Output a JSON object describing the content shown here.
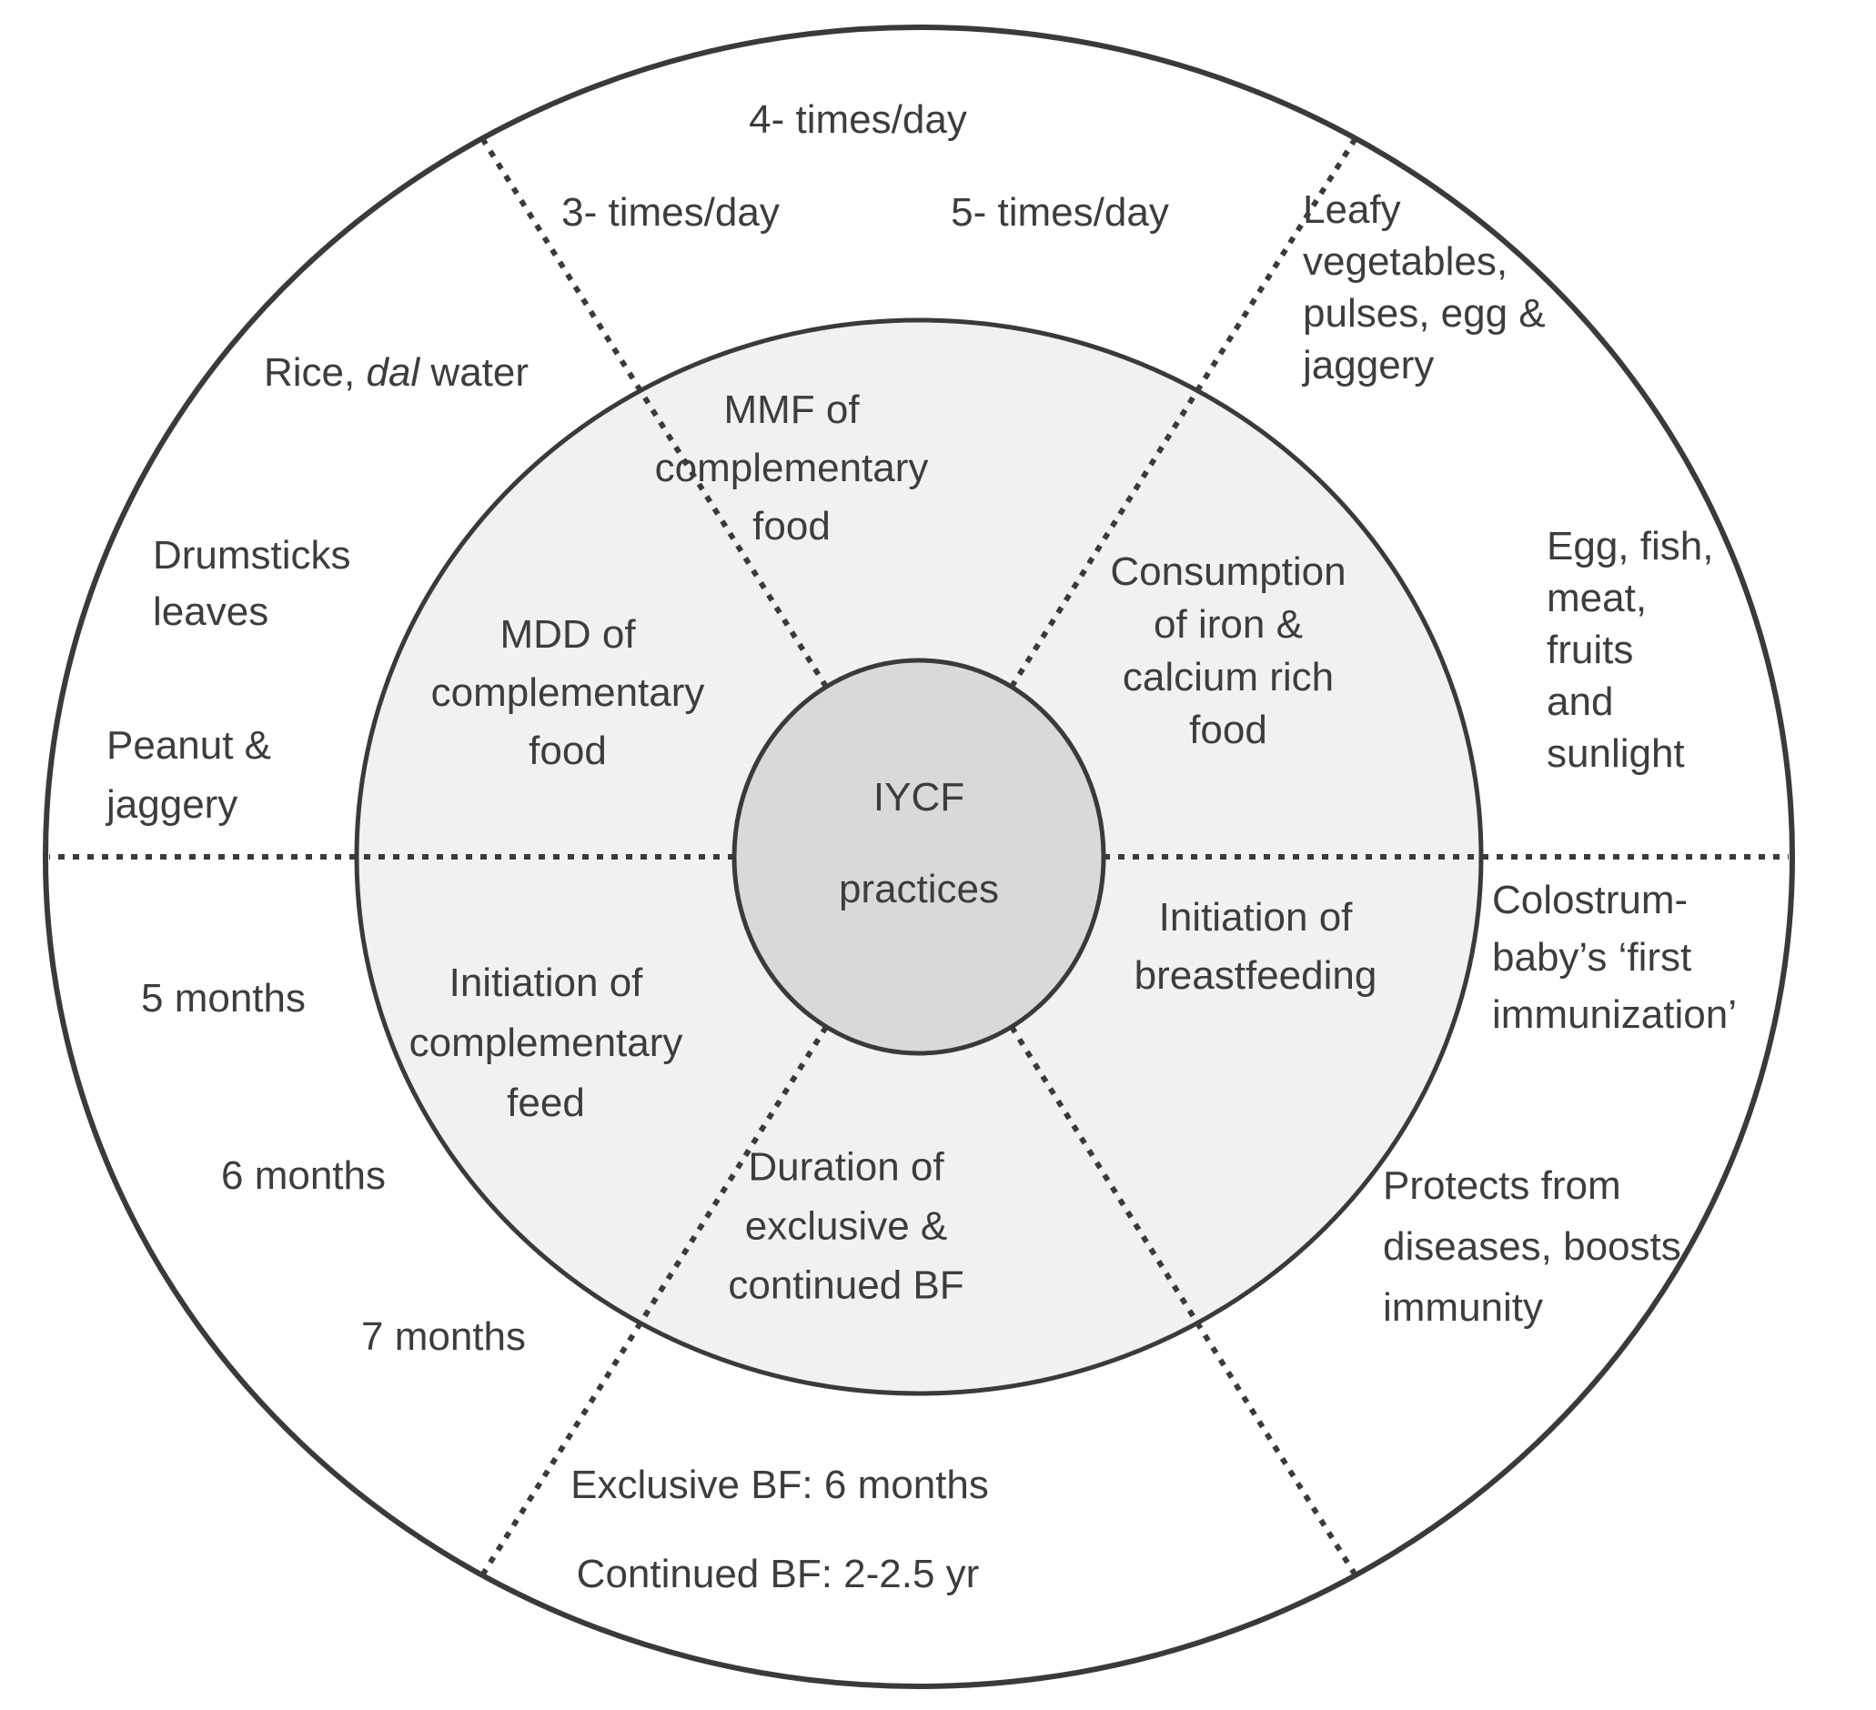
{
  "title": "IYCF practices wheel diagram",
  "colors": {
    "ink": "#3d3d3d",
    "line": "#3a3a3a",
    "outer-fill": "#ffffff",
    "middle-fill": "#f0f1f0",
    "inner-fill": "#d9d9d9",
    "background": "#ffffff"
  },
  "center": {
    "line1": "IYCF",
    "line2": "practices"
  },
  "middle_ring": {
    "mmf": "MMF of\ncomplementary\nfood",
    "consumption": "Consumption\nof iron &\ncalcium rich\nfood",
    "initiation_bf": "Initiation of\nbreastfeeding",
    "duration_bf": "Duration of\nexclusive &\ncontinued BF",
    "initiation_cf": "Initiation of\ncomplementary\nfeed",
    "mdd": "MDD of\ncomplementary\nfood"
  },
  "outer_ring": {
    "freq4": "4- times/day",
    "freq3": "3- times/day",
    "freq5": "5- times/day",
    "leafy": "Leafy\nvegetables,\npulses, egg &\njaggery",
    "egg_fish": "Egg, fish,\nmeat,\nfruits\nand\nsunlight",
    "colostrum": "Colostrum-\nbaby’s ‘first\nimmunization’",
    "protects": "Protects from\ndiseases, boosts\nimmunity",
    "exclusive_bf": "Exclusive BF: 6 months",
    "continued_bf": "Continued BF: 2-2.5 yr",
    "months5": "5 months",
    "months6": "6 months",
    "months7": "7 months",
    "rice_pre": "Rice, ",
    "rice_italic": "dal",
    "rice_post": " water",
    "drumsticks": "Drumsticks\nleaves"
  }
}
